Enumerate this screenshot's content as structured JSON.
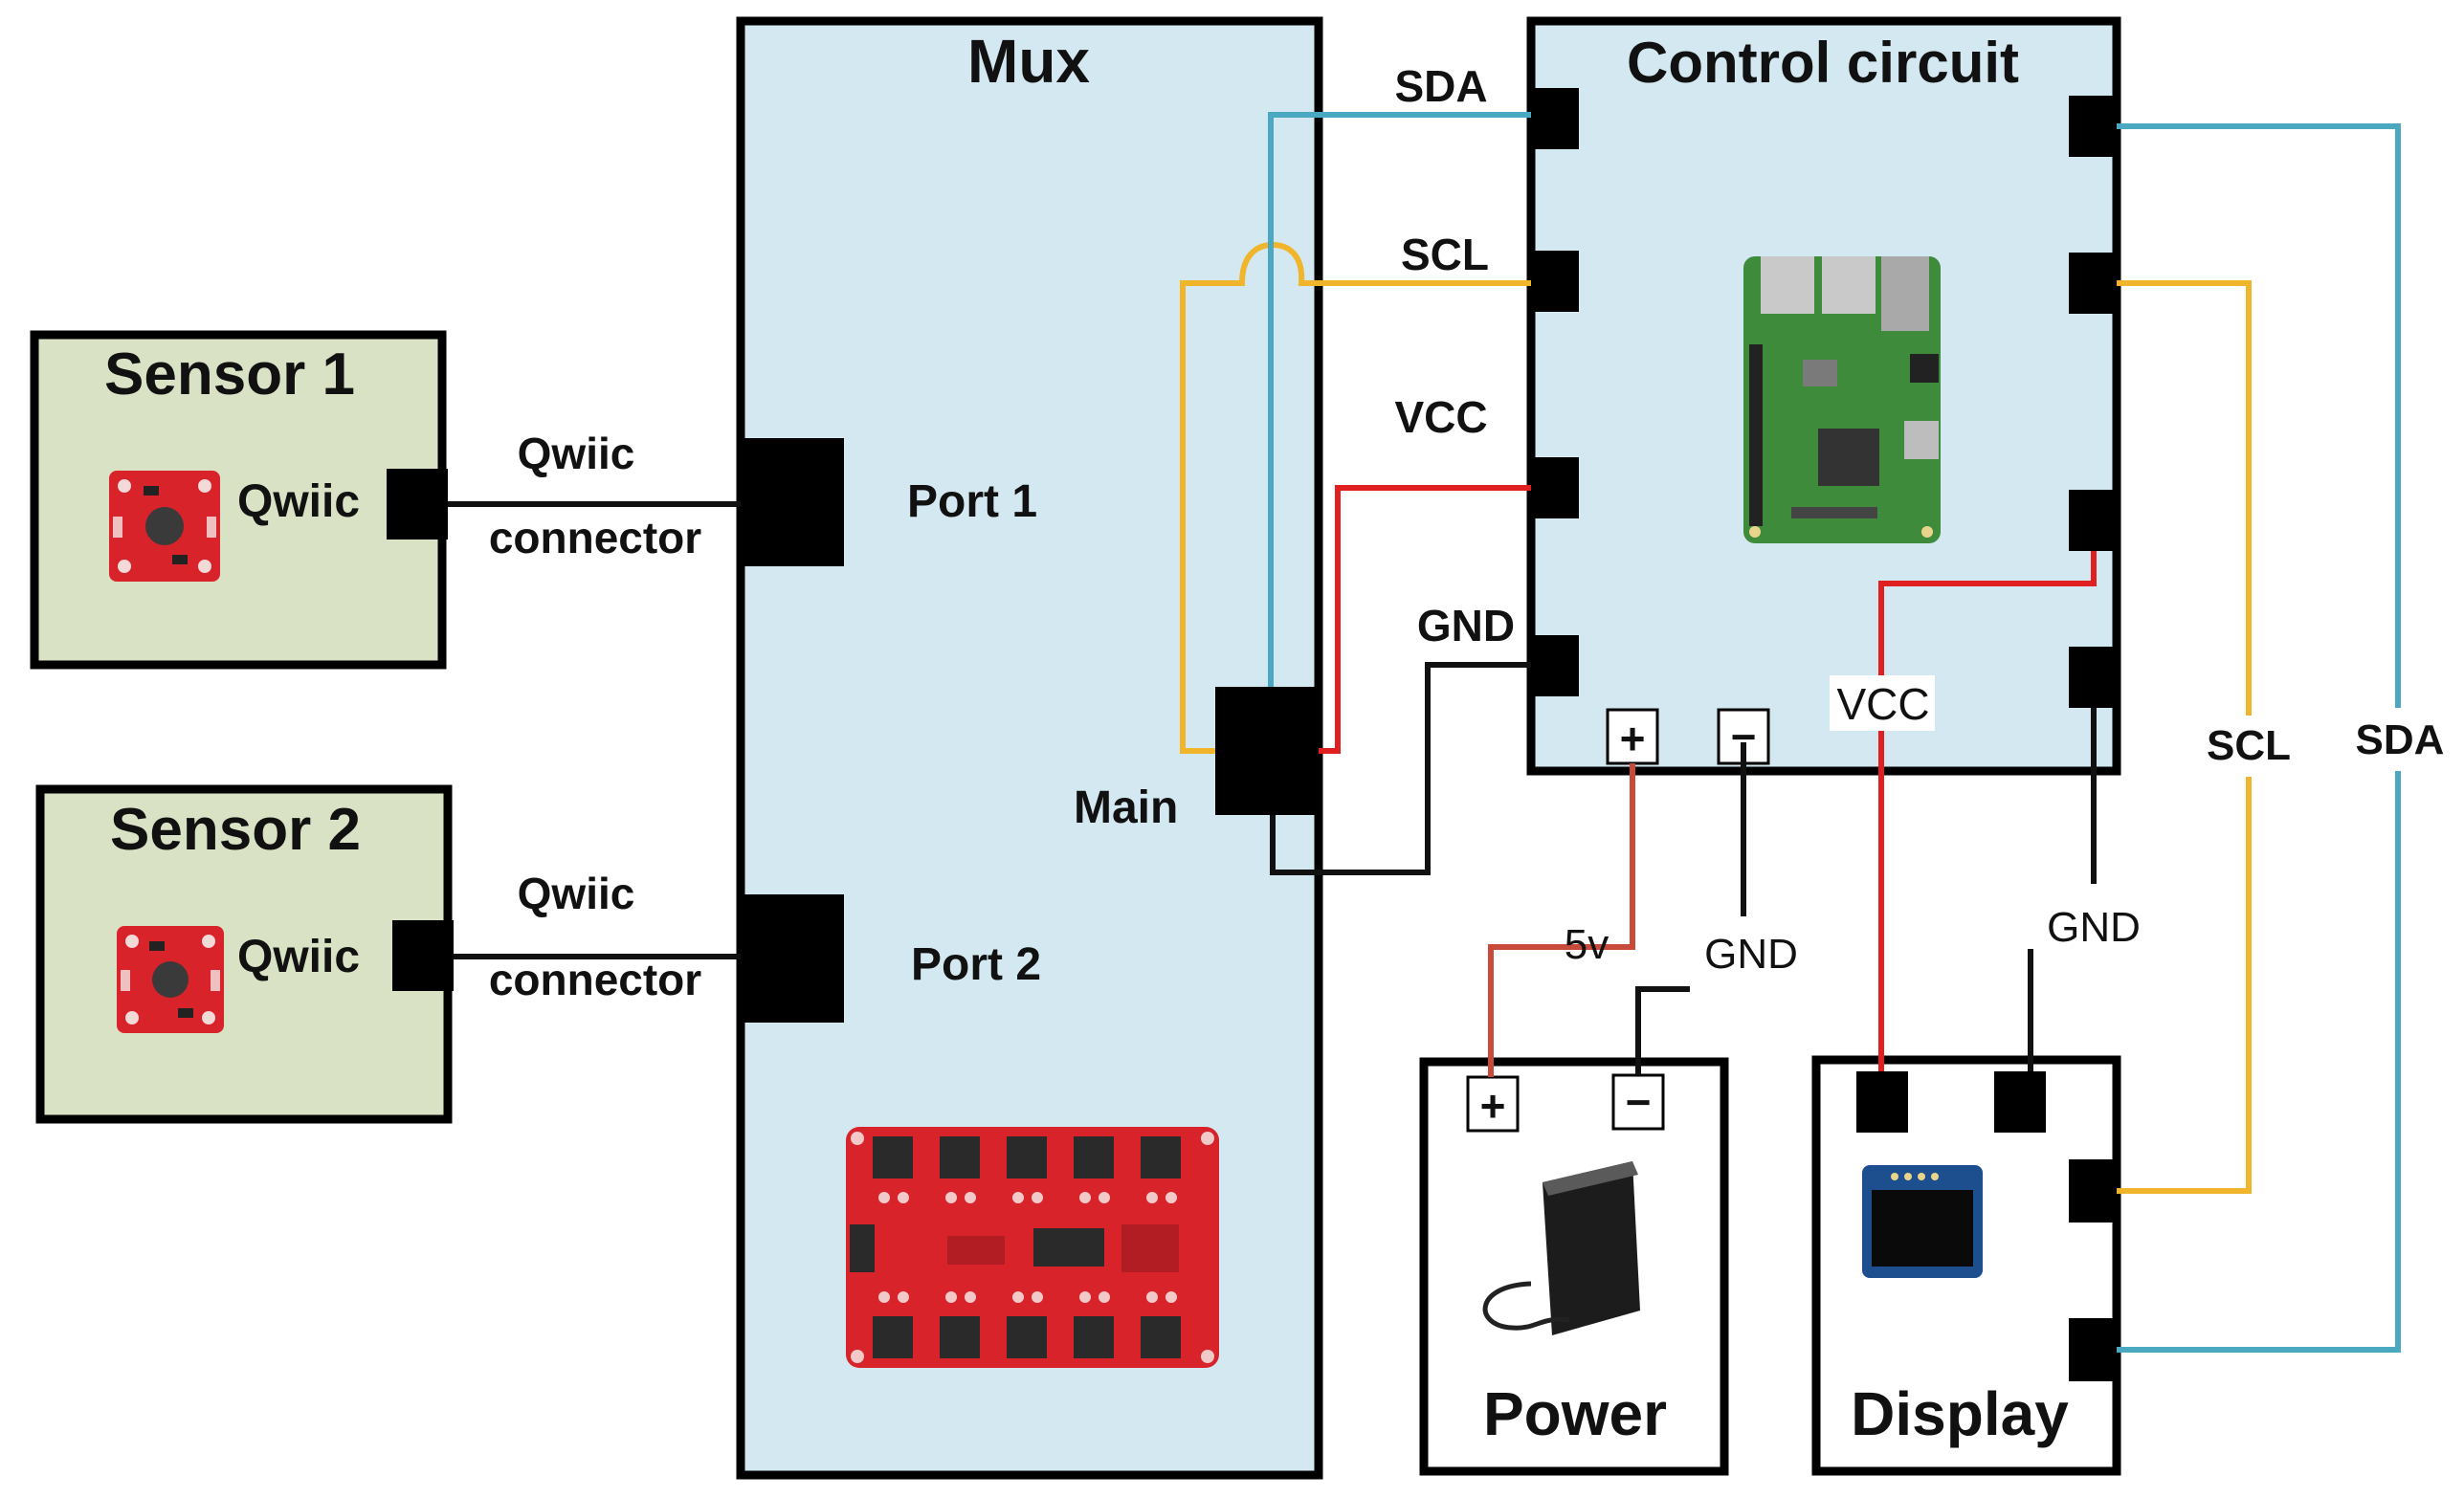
{
  "modules": {
    "sensor1": {
      "title": "Sensor 1",
      "port_label": "Qwiic"
    },
    "sensor2": {
      "title": "Sensor 2",
      "port_label": "Qwiic"
    },
    "mux": {
      "title": "Mux",
      "port1": "Port 1",
      "port2": "Port 2",
      "main": "Main"
    },
    "control": {
      "title": "Control circuit"
    },
    "power": {
      "title": "Power"
    },
    "display": {
      "title": "Display"
    }
  },
  "connectors": {
    "qwiic1": {
      "line1": "Qwiic",
      "line2": "connector"
    },
    "qwiic2": {
      "line1": "Qwiic",
      "line2": "connector"
    }
  },
  "signals": {
    "sda_left": "SDA",
    "scl_left": "SCL",
    "vcc_left": "VCC",
    "gnd_left": "GND",
    "vcc_bottom": "VCC",
    "gnd_power": "GND",
    "gnd_display": "GND",
    "v5": "5v",
    "scl_right": "SCL",
    "sda_right": "SDA"
  },
  "terminals": {
    "plus": "+",
    "minus": "−"
  },
  "colors": {
    "sda": "#4aa8c0",
    "scl": "#f0b52a",
    "vcc": "#e02020",
    "gnd": "#111111",
    "v5": "#c84a3a",
    "sensor_fill": "#d9e2c4",
    "module_fill": "#d3e8f1",
    "board_red": "#d8232a",
    "board_green": "#3e8c3b"
  },
  "icons": {
    "sensor_board": "red-sensor-board-icon",
    "mux_board": "red-mux-board-icon",
    "raspberry_pi": "raspberry-pi-board-icon",
    "battery": "battery-pack-icon",
    "oled": "oled-display-icon"
  }
}
